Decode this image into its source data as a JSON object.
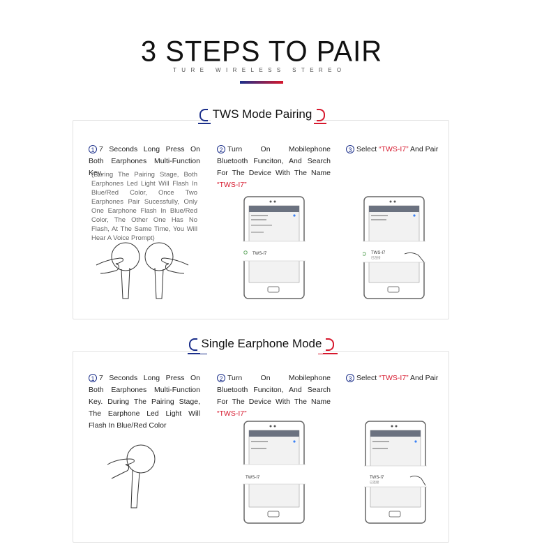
{
  "header": {
    "title": "3 STEPS TO PAIR",
    "subtitle": "TURE WIRELESS STEREO",
    "accent_colors": [
      "#1b2f8a",
      "#d6182d"
    ]
  },
  "tws_section": {
    "title": "TWS Mode Pairing",
    "step1": {
      "number": "1",
      "text": "7 Seconds Long Press On Both Earphones Multi-Function Key.",
      "note": "(During The Pairing Stage, Both Earphones Led Light Will Flash In Blue/Red Color, Once Two Earphones Pair Sucessfully, Only One Earphone Flash In Blue/Red Color, The Other One Has No Flash, At The Same Time, You Will Hear A Voice Prompt)"
    },
    "step2": {
      "number": "2",
      "text": "Turn On Mobilephone Bluetooth Funciton, And Search For The Device With The Name",
      "device_name": "“TWS-I7”"
    },
    "step3": {
      "number": "3",
      "prefix": "Select",
      "device_name": "“TWS-I7”",
      "suffix": "And Pair"
    },
    "phone_popup_label": "TWS-I7",
    "phone_popup_sub": "已连接"
  },
  "single_section": {
    "title": "Single Earphone Mode",
    "step1": {
      "number": "1",
      "text": "7 Seconds Long Press On Both Earphones Multi-Function Key. During The Pairing Stage, The Earphone Led Light Will Flash In Blue/Red Color"
    },
    "step2": {
      "number": "2",
      "text": "Turn On Mobilephone Bluetooth Funciton, And Search For The Device With The Name",
      "device_name": "“TWS-I7”"
    },
    "step3": {
      "number": "3",
      "prefix": "Select",
      "device_name": "“TWS-I7”",
      "suffix": "And Pair"
    },
    "phone_popup_label": "TWS-I7",
    "phone_popup_sub": "已连接"
  }
}
